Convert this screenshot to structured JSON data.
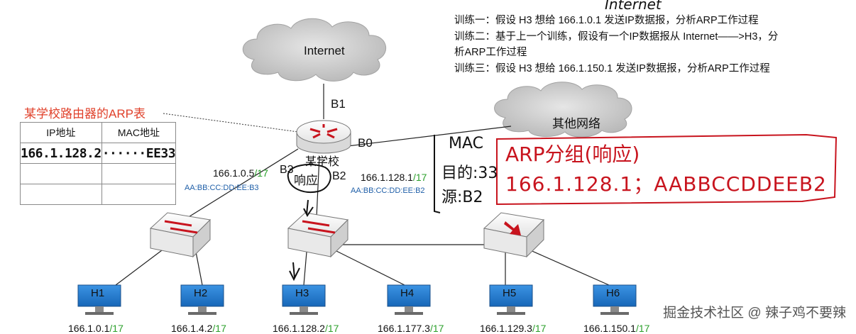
{
  "tasks": [
    "训练一：假设 H3 想给 166.1.0.1 发送IP数据报，分析ARP工作过程",
    "训练二：基于上一个训练，假设有一个IP数据报从 Internet——>H3，分",
    "析ARP工作过程",
    "训练三：假设 H3 想给 166.1.150.1 发送IP数据报，分析ARP工作过程"
  ],
  "internet_annotation": "Internet",
  "arp_table": {
    "title": "某学校路由器的ARP表",
    "headers": [
      "IP地址",
      "MAC地址"
    ],
    "rows": [
      [
        "166.1.128.2",
        "······EE33"
      ],
      [
        "",
        ""
      ],
      [
        "",
        ""
      ]
    ]
  },
  "clouds": {
    "internet": "Internet",
    "other": "其他网络"
  },
  "router": {
    "name": "某学校",
    "ports": {
      "b1": "B1",
      "b0": "B0",
      "b3": "B3",
      "b2": "B2"
    },
    "b3_ip": "166.1.0.5",
    "b3_mask": "/17",
    "b3_mac": "AA:BB:CC:DD:EE:B3",
    "b2_ip": "166.1.128.1",
    "b2_mask": "/17",
    "b2_mac": "AA:BB:CC:DD:EE:B2",
    "b2_note": "响应"
  },
  "frame_note": {
    "mac": "MAC",
    "dest": "目的:33",
    "src": "源:B2",
    "title": "ARP分组(响应)",
    "content": "166.1.128.1；AABBCCDDEEB2"
  },
  "hosts": [
    {
      "name": "H1",
      "ip": "166.1.0.1",
      "mask": "/17"
    },
    {
      "name": "H2",
      "ip": "166.1.4.2",
      "mask": "/17"
    },
    {
      "name": "H3",
      "ip": "166.1.128.2",
      "mask": "/17"
    },
    {
      "name": "H4",
      "ip": "166.1.177.3",
      "mask": "/17"
    },
    {
      "name": "H5",
      "ip": "166.1.129.3",
      "mask": "/17"
    },
    {
      "name": "H6",
      "ip": "166.1.150.1",
      "mask": "/17"
    }
  ],
  "watermark": "掘金技术社区 @ 辣子鸡不要辣",
  "colors": {
    "accent": "#c8141e",
    "mask": "#2ca02c",
    "mac": "#1f5fa8",
    "host": "#1a75c9"
  }
}
